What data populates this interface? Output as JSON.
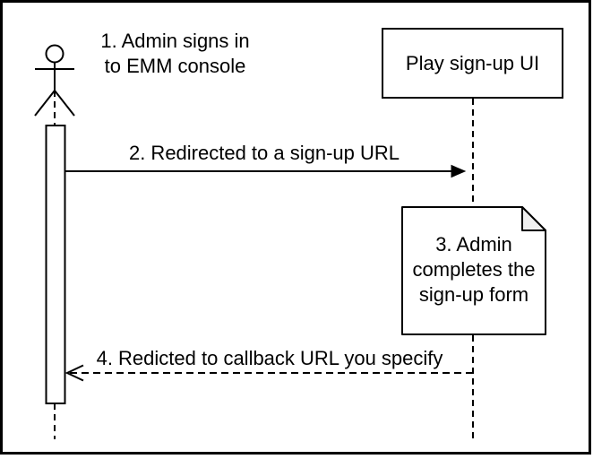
{
  "diagram": {
    "kind": "sequence-diagram",
    "actor": {
      "label": "1. Admin signs in\nto EMM console"
    },
    "participant": {
      "label": "Play sign-up UI"
    },
    "messages": [
      {
        "order": "2",
        "label": "2. Redirected to a sign-up URL",
        "line_style": "solid",
        "arrowhead": "filled",
        "direction": "left-to-right"
      },
      {
        "order": "4",
        "label": "4. Redicted to callback URL you specify",
        "line_style": "dashed",
        "arrowhead": "open",
        "direction": "right-to-left"
      }
    ],
    "note": {
      "label": "3. Admin\ncompletes the\nsign-up form"
    },
    "colors": {
      "stroke": "#000000",
      "background": "#ffffff",
      "note_fold": "#f0f0f0"
    }
  }
}
